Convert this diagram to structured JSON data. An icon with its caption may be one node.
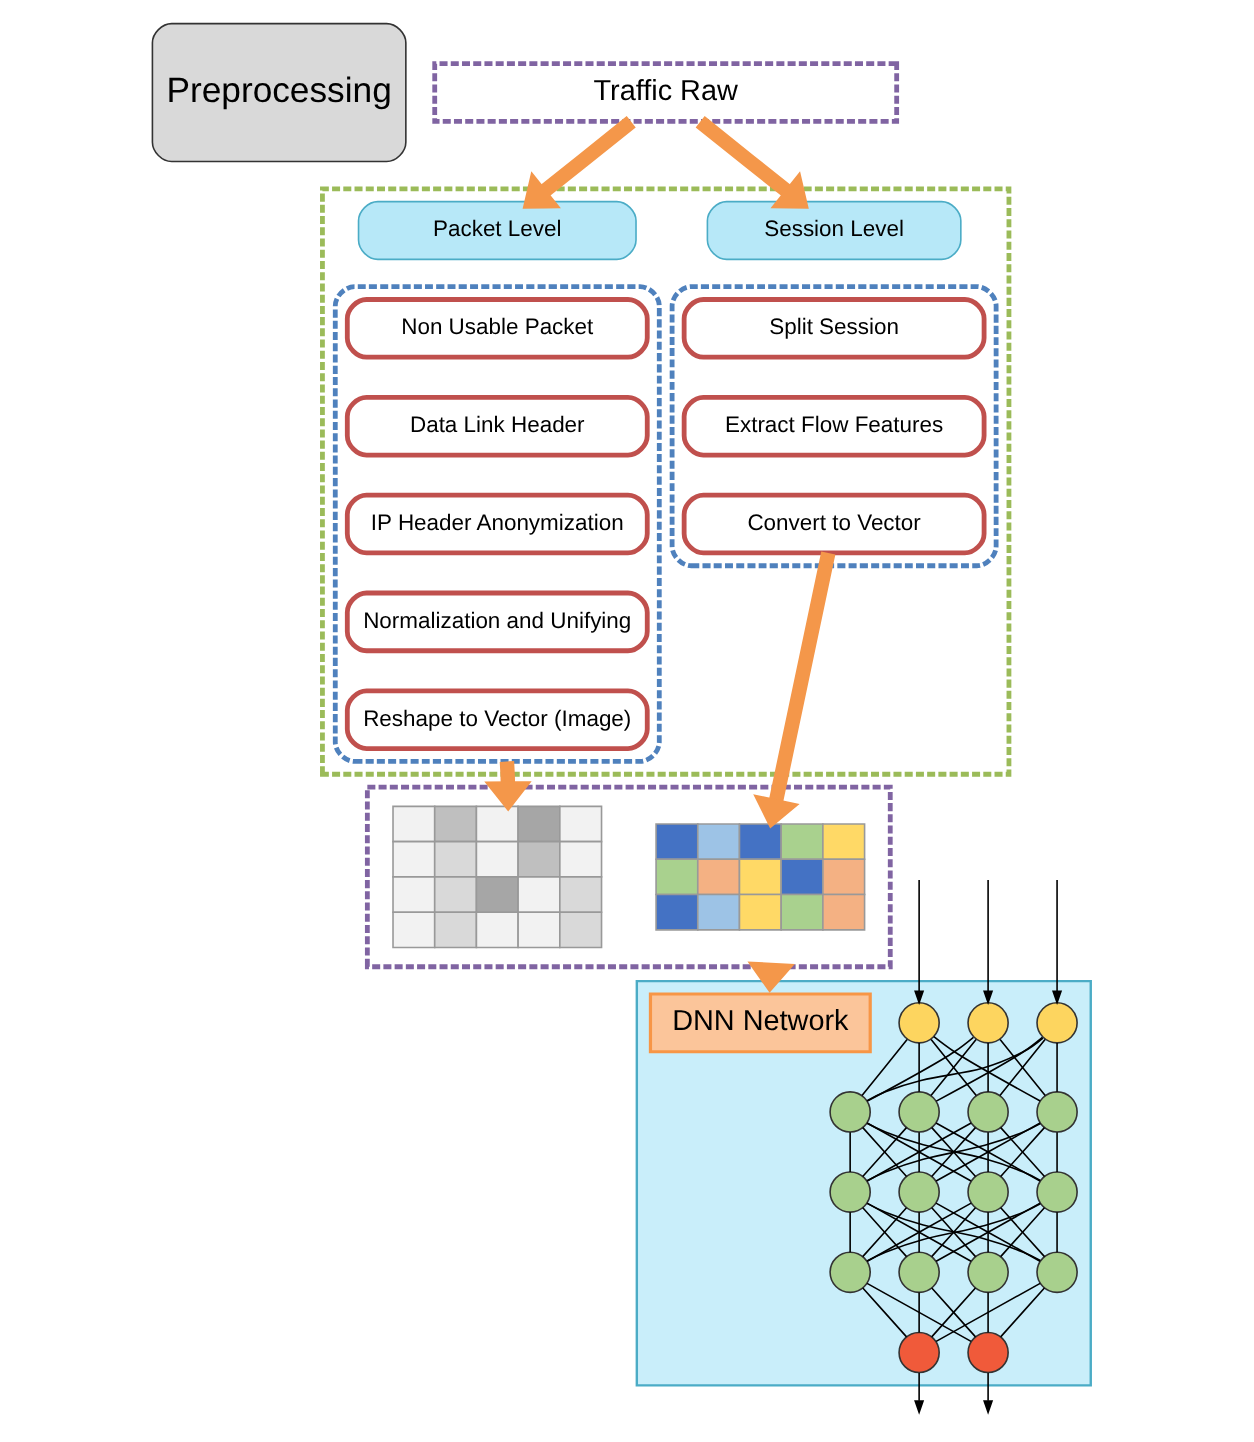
{
  "diagram": {
    "nodes": [
      {
        "text": [
          "Preprocessing"
        ]
      },
      {
        "text": [
          "Traffic Raw"
        ]
      },
      {
        "text": [],
        "shape": "box"
      },
      {
        "text": [
          "Packet Level"
        ],
        "in": 2
      },
      {
        "text": [],
        "shape": "box",
        "in": 2
      },
      {
        "text": [
          "Non Usable Packet"
        ],
        "in": 4
      },
      {
        "text": [
          "Data Link Header"
        ],
        "in": 4
      },
      {
        "text": [
          "IP Header Anonymization"
        ],
        "in": 4
      },
      {
        "text": [
          "Normalization and Unifying"
        ],
        "in": 4
      },
      {
        "text": [
          "Reshape to Vector (Image)"
        ],
        "in": 4
      },
      {
        "text": [
          "Session Level"
        ],
        "in": 2
      },
      {
        "text": [],
        "shape": "box",
        "in": 2
      },
      {
        "text": [
          "Split Session"
        ],
        "in": 11
      },
      {
        "text": [
          "Extract Flow Features"
        ],
        "in": 11
      },
      {
        "text": [
          "Convert to Vector"
        ],
        "in": 11
      },
      {
        "text": [],
        "shape": "box"
      },
      {
        "text": [],
        "shape": "picture",
        "in": 15
      },
      {
        "text": [],
        "shape": "picture",
        "in": 15
      },
      {
        "text": [],
        "shape": "box"
      },
      {
        "text": [
          "DNN Network"
        ],
        "in": 18
      },
      {
        "text": [],
        "shape": "circle",
        "in": 18
      },
      {
        "text": [],
        "shape": "circle",
        "in": 18
      },
      {
        "text": [],
        "shape": "circle",
        "in": 18
      },
      {
        "text": [],
        "shape": "circle",
        "in": 18
      },
      {
        "text": [],
        "shape": "circle",
        "in": 18
      },
      {
        "text": [],
        "shape": "circle",
        "in": 18
      },
      {
        "text": [],
        "shape": "circle",
        "in": 18
      },
      {
        "text": [],
        "shape": "circle",
        "in": 18
      },
      {
        "text": [],
        "shape": "circle",
        "in": 18
      },
      {
        "text": [],
        "shape": "circle",
        "in": 18
      },
      {
        "text": [],
        "shape": "circle",
        "in": 18
      },
      {
        "text": [],
        "shape": "circle",
        "in": 18
      },
      {
        "text": [],
        "shape": "circle",
        "in": 18
      },
      {
        "text": [],
        "shape": "circle",
        "in": 18
      },
      {
        "text": [],
        "shape": "circle",
        "in": 18
      },
      {
        "text": [],
        "shape": "circle",
        "in": 18
      },
      {
        "text": [],
        "shape": "circle",
        "in": 18
      }
    ],
    "edges": [
      {
        "from": 1,
        "to": 3,
        "arrow": "to",
        "style": "thick",
        "color": "#f4974a"
      },
      {
        "from": 1,
        "to": 10,
        "arrow": "to",
        "style": "thick",
        "color": "#f4974a"
      },
      {
        "from": 4,
        "to": 16,
        "arrow": "to",
        "style": "thick",
        "color": "#f4974a"
      },
      {
        "from": 14,
        "to": 17,
        "arrow": "to",
        "style": "thick",
        "color": "#f4974a"
      },
      {
        "from": 15,
        "to": 18,
        "arrow": "to",
        "style": "thick",
        "color": "#f4974a"
      },
      {
        "from": null,
        "to": 20,
        "arrow": "to"
      },
      {
        "from": null,
        "to": 21,
        "arrow": "to"
      },
      {
        "from": null,
        "to": 22,
        "arrow": "to"
      },
      {
        "from": 20,
        "to": 23,
        "arrow": "none"
      },
      {
        "from": 20,
        "to": 24,
        "arrow": "none"
      },
      {
        "from": 20,
        "to": 25,
        "arrow": "none"
      },
      {
        "from": 20,
        "to": 26,
        "arrow": "none"
      },
      {
        "from": 21,
        "to": 23,
        "arrow": "none"
      },
      {
        "from": 21,
        "to": 24,
        "arrow": "none"
      },
      {
        "from": 21,
        "to": 25,
        "arrow": "none"
      },
      {
        "from": 21,
        "to": 26,
        "arrow": "none"
      },
      {
        "from": 22,
        "to": 23,
        "arrow": "none"
      },
      {
        "from": 22,
        "to": 24,
        "arrow": "none"
      },
      {
        "from": 22,
        "to": 25,
        "arrow": "none"
      },
      {
        "from": 22,
        "to": 26,
        "arrow": "none"
      },
      {
        "from": 23,
        "to": 27,
        "arrow": "none"
      },
      {
        "from": 23,
        "to": 28,
        "arrow": "none"
      },
      {
        "from": 23,
        "to": 29,
        "arrow": "none"
      },
      {
        "from": 23,
        "to": 30,
        "arrow": "none"
      },
      {
        "from": 24,
        "to": 27,
        "arrow": "none"
      },
      {
        "from": 24,
        "to": 28,
        "arrow": "none"
      },
      {
        "from": 24,
        "to": 29,
        "arrow": "none"
      },
      {
        "from": 24,
        "to": 30,
        "arrow": "none"
      },
      {
        "from": 25,
        "to": 27,
        "arrow": "none"
      },
      {
        "from": 25,
        "to": 28,
        "arrow": "none"
      },
      {
        "from": 25,
        "to": 29,
        "arrow": "none"
      },
      {
        "from": 25,
        "to": 30,
        "arrow": "none"
      },
      {
        "from": 26,
        "to": 27,
        "arrow": "none"
      },
      {
        "from": 26,
        "to": 28,
        "arrow": "none"
      },
      {
        "from": 26,
        "to": 29,
        "arrow": "none"
      },
      {
        "from": 26,
        "to": 30,
        "arrow": "none"
      },
      {
        "from": 27,
        "to": 31,
        "arrow": "none"
      },
      {
        "from": 27,
        "to": 32,
        "arrow": "none"
      },
      {
        "from": 27,
        "to": 33,
        "arrow": "none"
      },
      {
        "from": 27,
        "to": 34,
        "arrow": "none"
      },
      {
        "from": 28,
        "to": 31,
        "arrow": "none"
      },
      {
        "from": 28,
        "to": 32,
        "arrow": "none"
      },
      {
        "from": 28,
        "to": 33,
        "arrow": "none"
      },
      {
        "from": 28,
        "to": 34,
        "arrow": "none"
      },
      {
        "from": 29,
        "to": 31,
        "arrow": "none"
      },
      {
        "from": 29,
        "to": 32,
        "arrow": "none"
      },
      {
        "from": 29,
        "to": 33,
        "arrow": "none"
      },
      {
        "from": 29,
        "to": 34,
        "arrow": "none"
      },
      {
        "from": 30,
        "to": 31,
        "arrow": "none"
      },
      {
        "from": 30,
        "to": 32,
        "arrow": "none"
      },
      {
        "from": 30,
        "to": 33,
        "arrow": "none"
      },
      {
        "from": 30,
        "to": 34,
        "arrow": "none"
      },
      {
        "from": 31,
        "to": 35,
        "arrow": "none"
      },
      {
        "from": 31,
        "to": 36,
        "arrow": "none"
      },
      {
        "from": 32,
        "to": 35,
        "arrow": "none"
      },
      {
        "from": 32,
        "to": 36,
        "arrow": "none"
      },
      {
        "from": 33,
        "to": 35,
        "arrow": "none"
      },
      {
        "from": 33,
        "to": 36,
        "arrow": "none"
      },
      {
        "from": 34,
        "to": 35,
        "arrow": "none"
      },
      {
        "from": 34,
        "to": 36,
        "arrow": "none"
      },
      {
        "from": 35,
        "to": null,
        "arrow": "to"
      },
      {
        "from": 36,
        "to": null,
        "arrow": "to"
      }
    ]
  }
}
